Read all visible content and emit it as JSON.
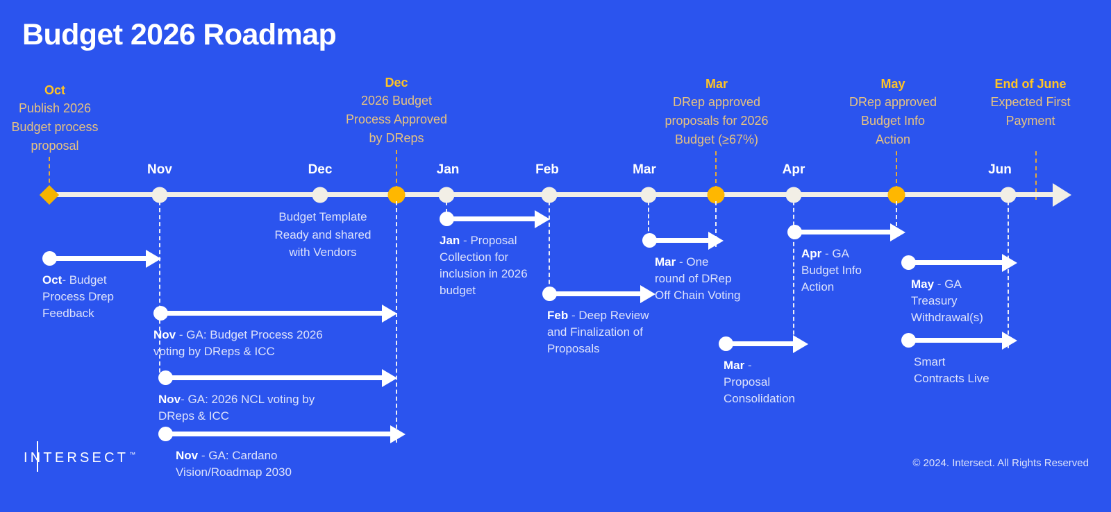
{
  "page": {
    "title": "Budget 2026 Roadmap",
    "background_color": "#2B54EE",
    "accent_gold": "#FFC425",
    "body_gold": "#E6C281",
    "axis_color": "#F2EFE6"
  },
  "milestones": [
    {
      "head": "Oct",
      "lines": [
        "Publish 2026",
        "Budget process",
        "proposal"
      ],
      "marker": "diamond",
      "marker_color": "#F5B400"
    },
    {
      "head": "Dec",
      "lines": [
        "2026 Budget",
        "Process Approved",
        "by DReps"
      ],
      "marker": "circle",
      "marker_color": "#FFB700"
    },
    {
      "head": "Mar",
      "lines": [
        "DRep approved",
        "proposals for 2026",
        "Budget (≥67%)"
      ],
      "marker": "circle",
      "marker_color": "#FFB700"
    },
    {
      "head": "May",
      "lines": [
        "DRep approved",
        "Budget Info",
        "Action"
      ],
      "marker": "circle",
      "marker_color": "#FFB700"
    },
    {
      "head": "End of June",
      "lines": [
        "Expected First",
        "Payment"
      ],
      "marker": "none",
      "marker_color": "#FFB700"
    }
  ],
  "axis": {
    "ticks": [
      "Nov",
      "Dec",
      "Jan",
      "Feb",
      "Mar",
      "Apr",
      "Jun"
    ]
  },
  "tasks": [
    {
      "month": "Oct",
      "dash": "-",
      "desc": "Budget",
      "lines": [
        "Process Drep",
        "Feedback"
      ]
    },
    {
      "month": "Nov",
      "dash": "-",
      "desc": "GA: Budget Process 2026",
      "lines": [
        "voting by DReps & ICC"
      ]
    },
    {
      "month": "Nov",
      "dash": "-",
      "desc": "GA: 2026 NCL voting by",
      "lines": [
        "DReps & ICC"
      ]
    },
    {
      "month": "Nov",
      "dash": "-",
      "desc": "GA: Cardano",
      "lines": [
        "Vision/Roadmap 2030"
      ]
    },
    {
      "month": "Jan",
      "dash": "-",
      "desc": "Proposal",
      "lines": [
        "Collection for",
        "inclusion in 2026",
        "budget"
      ]
    },
    {
      "month": "Feb",
      "dash": "-",
      "desc": "Deep Review",
      "lines": [
        "and Finalization of",
        "Proposals"
      ]
    },
    {
      "month": "Mar",
      "dash": "-",
      "desc": "One",
      "lines": [
        "round of DRep",
        "Off Chain Voting"
      ]
    },
    {
      "month": "Mar",
      "dash": "-",
      "desc": "",
      "lines": [
        "Proposal",
        "Consolidation"
      ]
    },
    {
      "month": "Apr",
      "dash": "-",
      "desc": "GA",
      "lines": [
        "Budget Info",
        "Action"
      ]
    },
    {
      "month": "May",
      "dash": "-",
      "desc": "GA",
      "lines": [
        "Treasury",
        "Withdrawal(s)"
      ]
    },
    {
      "month": "",
      "dash": "",
      "desc": "",
      "lines": [
        "Smart",
        "Contracts Live"
      ]
    }
  ],
  "note_dec": {
    "lines": [
      "Budget Template",
      "Ready and shared",
      "with Vendors"
    ]
  },
  "footer": {
    "logo_word": "INTERSECT",
    "logo_tm": "™",
    "copyright": "© 2024. Intersect. All Rights Reserved"
  }
}
